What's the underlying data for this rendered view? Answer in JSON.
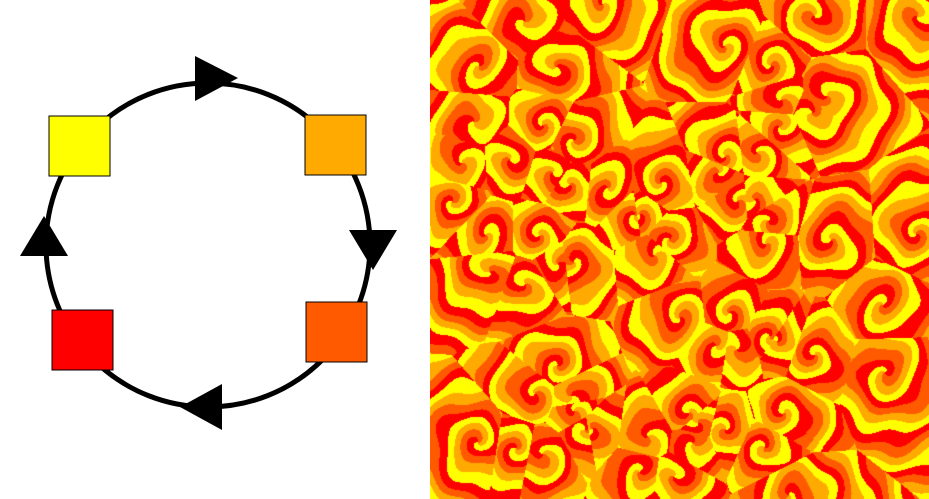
{
  "colors": {
    "state_yellow": "#ffff00",
    "state_light_orange": "#ffaa00",
    "state_dark_orange": "#ff5a00",
    "state_red": "#ff0000",
    "ring": "#000000",
    "background": "#ffffff"
  },
  "diagram": {
    "cycle_order": [
      "state_yellow",
      "state_light_orange",
      "state_dark_orange",
      "state_red"
    ],
    "arrow_direction": "clockwise",
    "arrow_icons": [
      "triangle-right-icon",
      "triangle-down-icon",
      "triangle-left-icon",
      "triangle-up-icon"
    ]
  },
  "automaton": {
    "palette_order": [
      "state_red",
      "state_dark_orange",
      "state_light_orange",
      "state_yellow"
    ],
    "pattern": "spiral-turbulence"
  }
}
